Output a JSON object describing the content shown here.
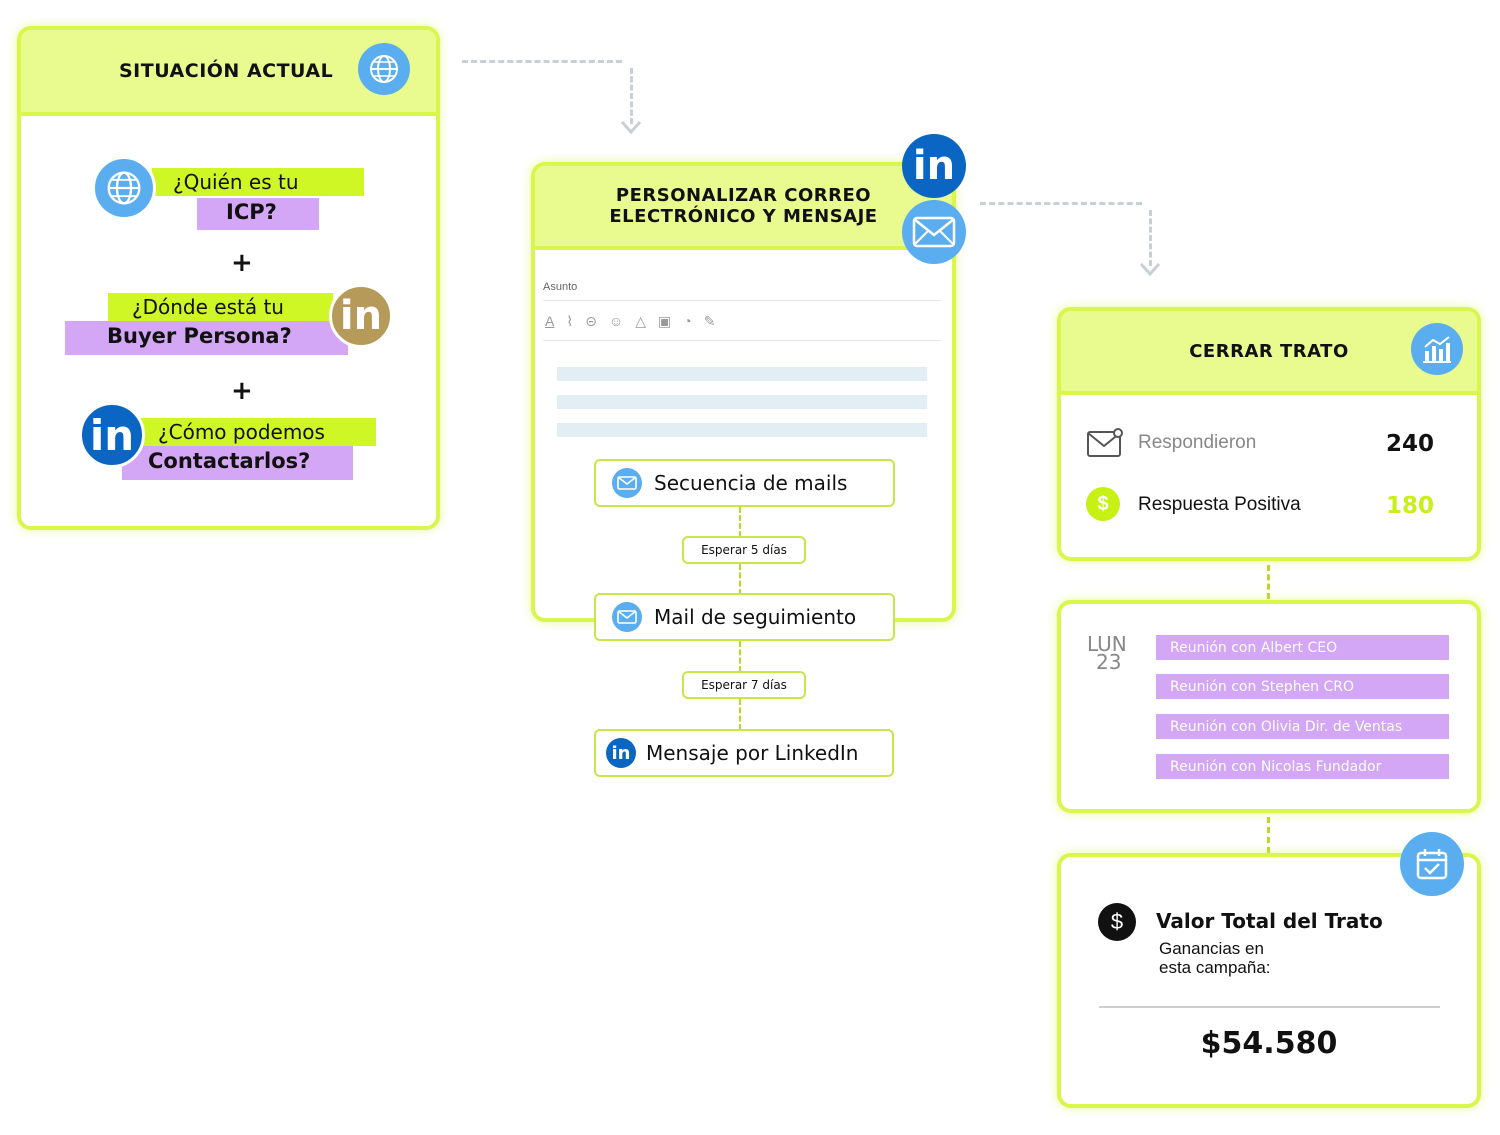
{
  "situacion": {
    "title": "SITUACIÓN ACTUAL",
    "q1_line1": "¿Quién es tu",
    "q1_line2": "ICP?",
    "plus": "+",
    "q2_line1": "¿Dónde está tu",
    "q2_line2": "Buyer Persona?",
    "q3_line1": "¿Cómo podemos",
    "q3_line2": "Contactarlos?"
  },
  "personalizar": {
    "title_line1": "PERSONALIZAR CORREO",
    "title_line2": "ELECTRÓNICO Y MENSAJE",
    "asunto_label": "Asunto",
    "linkedin_glyph": "in"
  },
  "secuencia": {
    "step1": "Secuencia de mails",
    "wait1": "Esperar 5 días",
    "step2": "Mail de seguimiento",
    "wait2": "Esperar 7 días",
    "step3": "Mensaje por LinkedIn"
  },
  "cerrar": {
    "title": "CERRAR TRATO",
    "respondieron_label": "Respondieron",
    "respondieron_value": "240",
    "positiva_label": "Respuesta Positiva",
    "positiva_value": "180",
    "dollar": "$"
  },
  "agenda": {
    "day": "LUN",
    "date": "23",
    "meetings": [
      "Reunión con Albert CEO",
      "Reunión con Stephen CRO",
      "Reunión con Olivia Dir. de Ventas",
      "Reunión con Nicolas Fundador"
    ]
  },
  "valor": {
    "title": "Valor Total del Trato",
    "subtitle_line1": "Ganancias en",
    "subtitle_line2": "esta campaña:",
    "amount": "$54.580",
    "dollar": "$"
  },
  "colors": {
    "lime": "#d9f64a",
    "lime_fill": "#e9fa8e",
    "highlight_green": "#cff625",
    "highlight_purple": "#d4a6f6",
    "blue": "#5aaef0",
    "linkedin": "#0a66c2"
  },
  "icons": [
    "globe-icon",
    "linkedin-icon",
    "mail-icon",
    "chart-icon",
    "dollar-icon",
    "calendar-icon"
  ]
}
